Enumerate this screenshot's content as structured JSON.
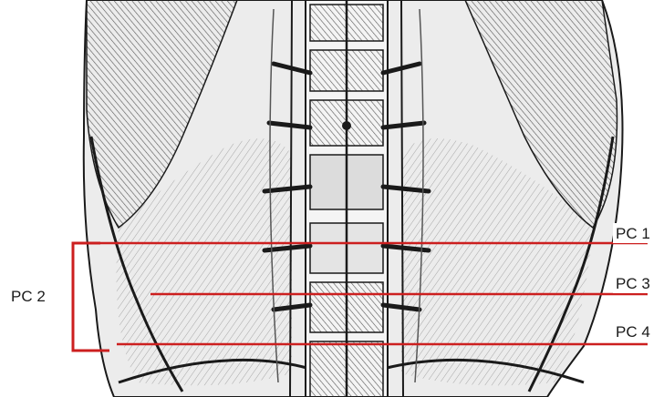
{
  "labels": {
    "pc1": "PC 1",
    "pc2": "PC 2",
    "pc3": "PC 3",
    "pc4": "PC 4"
  },
  "colors": {
    "line_red": "#cc1f1f",
    "ink": "#1a1a1a",
    "paper": "#ffffff",
    "shade": "#d9d9d9"
  }
}
